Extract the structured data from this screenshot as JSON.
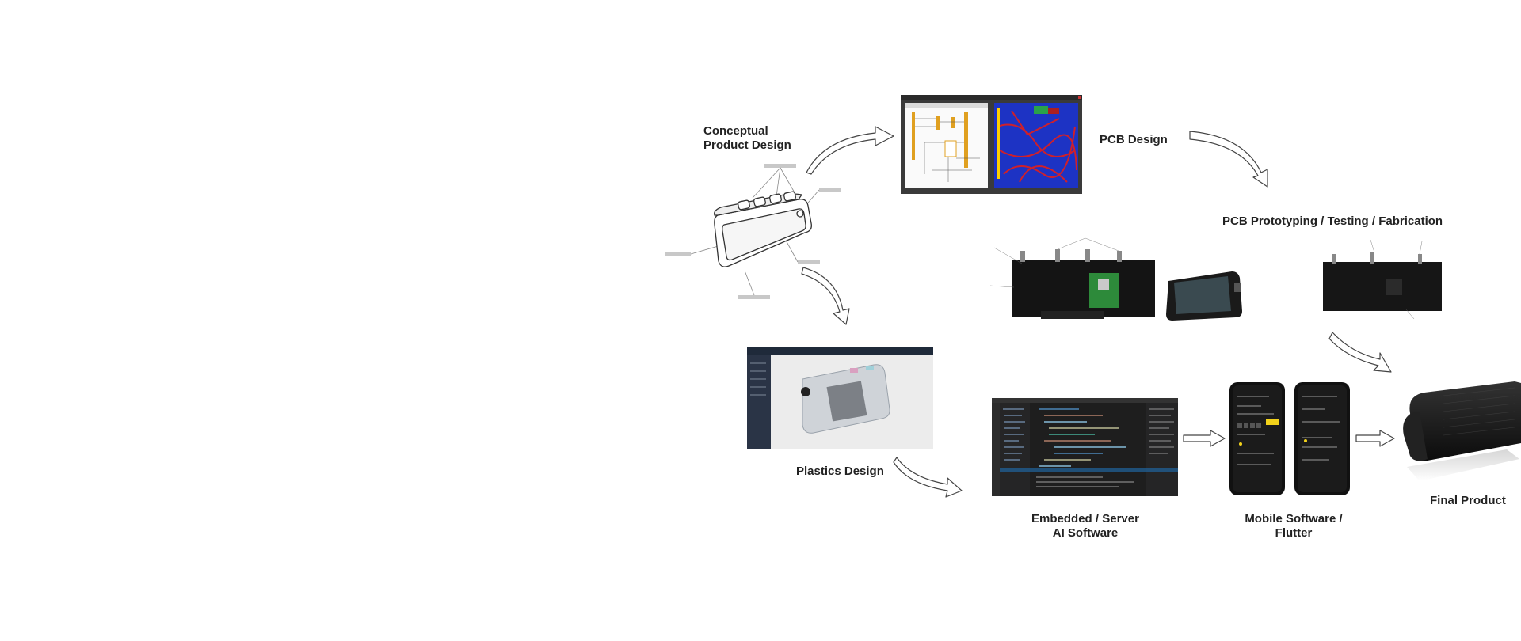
{
  "labels": {
    "conceptual": [
      "Conceptual",
      "Product Design"
    ],
    "pcb_design": "PCB Design",
    "pcb_proto": "PCB Prototyping / Testing / Fabrication",
    "plastics": "Plastics Design",
    "embedded": [
      "Embedded / Server",
      "AI Software"
    ],
    "mobile": [
      "Mobile Software /",
      "Flutter"
    ],
    "final": "Final Product"
  },
  "images": {
    "sketch": "device-sketch",
    "pcb_cad": "pcb-cad-screenshot",
    "boards": "pcb-board-photos",
    "plastics_cad": "plastics-cad-screenshot",
    "code": "code-editor-screenshot",
    "phones": "mobile-app-screenshots",
    "product": "final-product-photo"
  },
  "colors": {
    "text": "#222222",
    "pcb_blue": "#1d33c4",
    "pcb_red": "#d0202a",
    "editor_bg": "#1e1e1e",
    "board_black": "#141414"
  }
}
